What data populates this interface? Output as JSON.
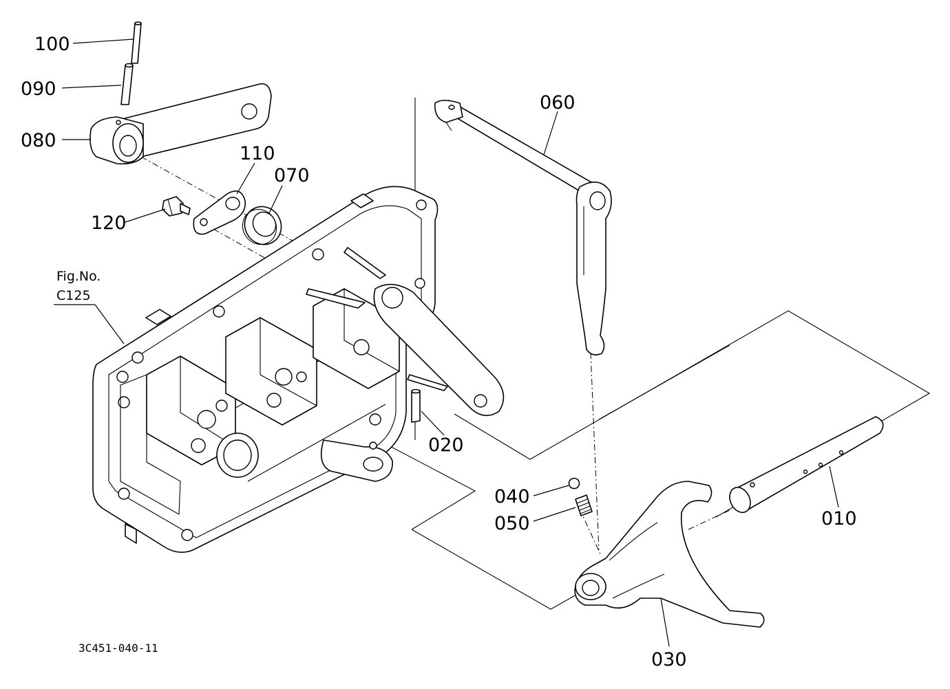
{
  "drawing_code": "3C451-040-11",
  "figure_reference": {
    "label": "Fig.No.",
    "number": "C125"
  },
  "callouts": [
    {
      "id": "100",
      "text": "100"
    },
    {
      "id": "090",
      "text": "090"
    },
    {
      "id": "080",
      "text": "080"
    },
    {
      "id": "110",
      "text": "110"
    },
    {
      "id": "070",
      "text": "070"
    },
    {
      "id": "120",
      "text": "120"
    },
    {
      "id": "060",
      "text": "060"
    },
    {
      "id": "020",
      "text": "020"
    },
    {
      "id": "040",
      "text": "040"
    },
    {
      "id": "050",
      "text": "050"
    },
    {
      "id": "010",
      "text": "010"
    },
    {
      "id": "030",
      "text": "030"
    }
  ]
}
